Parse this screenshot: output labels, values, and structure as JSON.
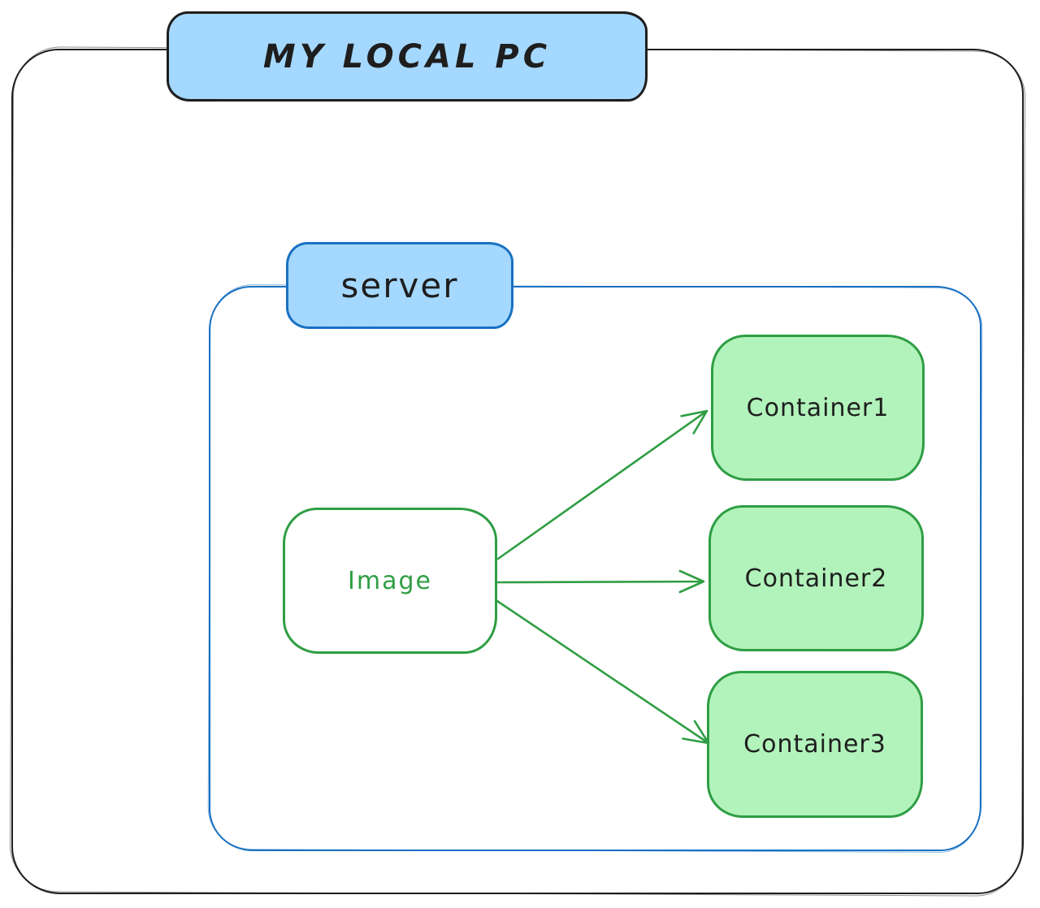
{
  "diagram": {
    "local_pc": {
      "label": "MY LOCAL PC"
    },
    "server": {
      "label": "server"
    },
    "image_node": {
      "label": "Image"
    },
    "containers": [
      {
        "label": "Container1"
      },
      {
        "label": "Container2"
      },
      {
        "label": "Container3"
      }
    ],
    "edges": [
      {
        "from": "Image",
        "to": "Container1"
      },
      {
        "from": "Image",
        "to": "Container2"
      },
      {
        "from": "Image",
        "to": "Container3"
      }
    ]
  },
  "colors": {
    "black_stroke": "#1e1e1e",
    "blue_stroke": "#1971c2",
    "blue_fill": "#a5d8ff",
    "green_stroke": "#2f9e44",
    "green_fill": "#b2f2bb",
    "canvas_bg": "#ffffff"
  }
}
